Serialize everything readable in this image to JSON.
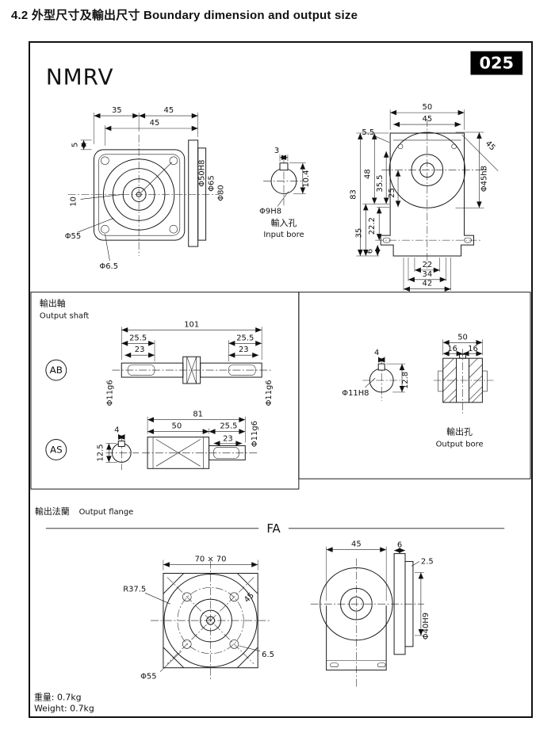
{
  "header": {
    "title": "4.2 外型尺寸及輸出尺寸 Boundary dimension and output size"
  },
  "sheet": {
    "model": "NMRV",
    "size": "025",
    "weight_zh": "重量: 0.7kg",
    "weight_en": "Weight: 0.7kg"
  },
  "front": {
    "d35": "35",
    "d45a": "45",
    "d45b": "45",
    "d5": "5",
    "d10": "10",
    "dia55": "Φ55",
    "dia6_5": "Φ6.5",
    "dia50h8": "Φ50H8",
    "dia65": "Φ65",
    "dia80": "Φ80"
  },
  "inputBore": {
    "d3": "3",
    "d104": "10.4",
    "dia9h8": "Φ9H8",
    "zh": "輸入孔",
    "en": "Input bore"
  },
  "side": {
    "d50": "50",
    "d45": "45",
    "d55": "5.5",
    "d45deg": "45",
    "d83": "83",
    "d48": "48",
    "d355": "35.5",
    "d25": "25",
    "d222": "22.2",
    "d35": "35",
    "d6": "6",
    "dia45h8": "Φ45h8",
    "d22": "22",
    "d34": "34",
    "d42": "42"
  },
  "outputShaft": {
    "zh": "輸出軸",
    "en": "Output shaft",
    "ab": "AB",
    "as": "AS",
    "abD101": "101",
    "abD255l": "25.5",
    "abD23l": "23",
    "abD255r": "25.5",
    "abD23r": "23",
    "abDiaL": "Φ11g6",
    "abDiaR": "Φ11g6",
    "asD81": "81",
    "asD50": "50",
    "asD255": "25.5",
    "asD23": "23",
    "asDia": "Φ11g6",
    "asD4": "4",
    "asD125": "12.5"
  },
  "outputBore": {
    "d4": "4",
    "dia11h8": "Φ11H8",
    "d128": "12.8",
    "d50": "50",
    "d16l": "16",
    "d16r": "16",
    "zh": "輸出孔",
    "en": "Output bore"
  },
  "flange": {
    "zh": "輸出法蘭",
    "en": "Output flange",
    "fa": "FA",
    "d70": "70 × 70",
    "r375": "R37.5",
    "d45deg": "45",
    "d65": "6.5",
    "dia55": "Φ55",
    "sd45": "45",
    "sd6": "6",
    "sd25": "2.5",
    "dia40h9": "Φ40H9"
  }
}
